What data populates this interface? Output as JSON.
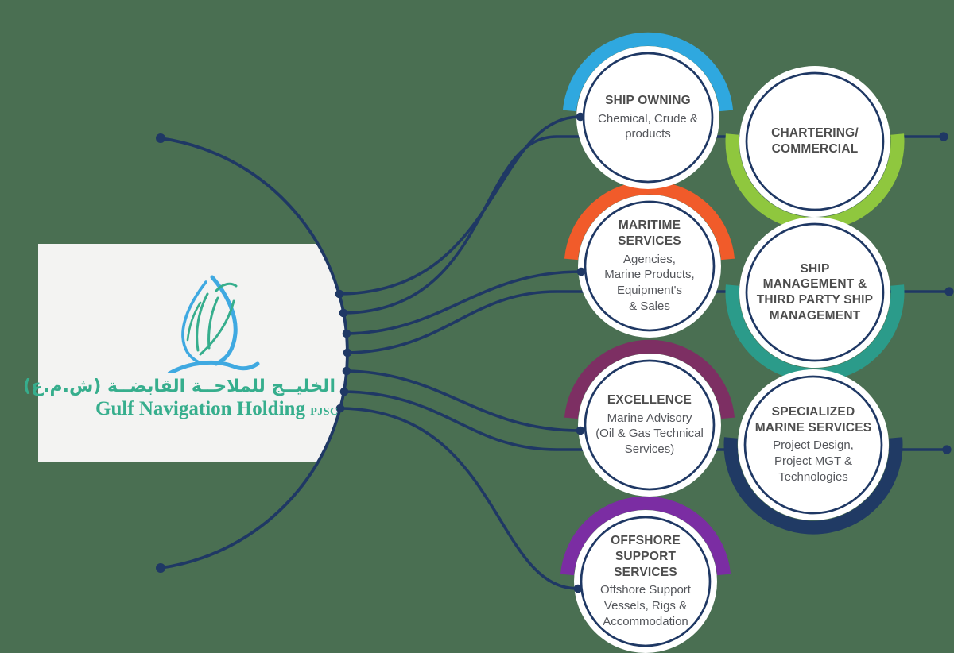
{
  "palette": {
    "background": "#4A6F52",
    "line": "#1F3864",
    "panel": "#F3F3F2",
    "circle_fill": "#FFFFFF",
    "title_text": "#4D4D4D",
    "body_text": "#54565B",
    "logo_green": "#36AE8D",
    "logo_blue": "#3FA9E1"
  },
  "logo": {
    "arabic": "الخليــج للملاحــة القابضــة (ش.م.ع)",
    "english": "Gulf Navigation Holding",
    "suffix": "PJSC"
  },
  "nodes": [
    {
      "id": "ship-owning",
      "title": "SHIP OWNING",
      "subtitle": "Chemical, Crude &\nproducts",
      "arc_color": "#2FA8DF",
      "arc_position": "top"
    },
    {
      "id": "chartering-commercial",
      "title": "CHARTERING/\nCOMMERCIAL",
      "subtitle": "",
      "arc_color": "#8FC73E",
      "arc_position": "bottom"
    },
    {
      "id": "maritime-services",
      "title": "MARITIME\nSERVICES",
      "subtitle": "Agencies,\nMarine Products,\nEquipment's\n& Sales",
      "arc_color": "#F15B2A",
      "arc_position": "top"
    },
    {
      "id": "ship-management",
      "title": "SHIP\nMANAGEMENT &\nTHIRD PARTY SHIP\nMANAGEMENT",
      "subtitle": "",
      "arc_color": "#2B9B8A",
      "arc_position": "bottom"
    },
    {
      "id": "excellence",
      "title": "EXCELLENCE",
      "subtitle": "Marine Advisory\n(Oil & Gas Technical\nServices)",
      "arc_color": "#7D2F63",
      "arc_position": "top"
    },
    {
      "id": "specialized-marine-services",
      "title": "SPECIALIZED\nMARINE SERVICES",
      "subtitle": "Project Design,\nProject MGT &\nTechnologies",
      "arc_color": "#203A64",
      "arc_position": "bottom"
    },
    {
      "id": "offshore-support-services",
      "title": "OFFSHORE\nSUPPORT SERVICES",
      "subtitle": "Offshore Support\nVessels, Rigs &\nAccommodation",
      "arc_color": "#7B2DA3",
      "arc_position": "top"
    }
  ]
}
